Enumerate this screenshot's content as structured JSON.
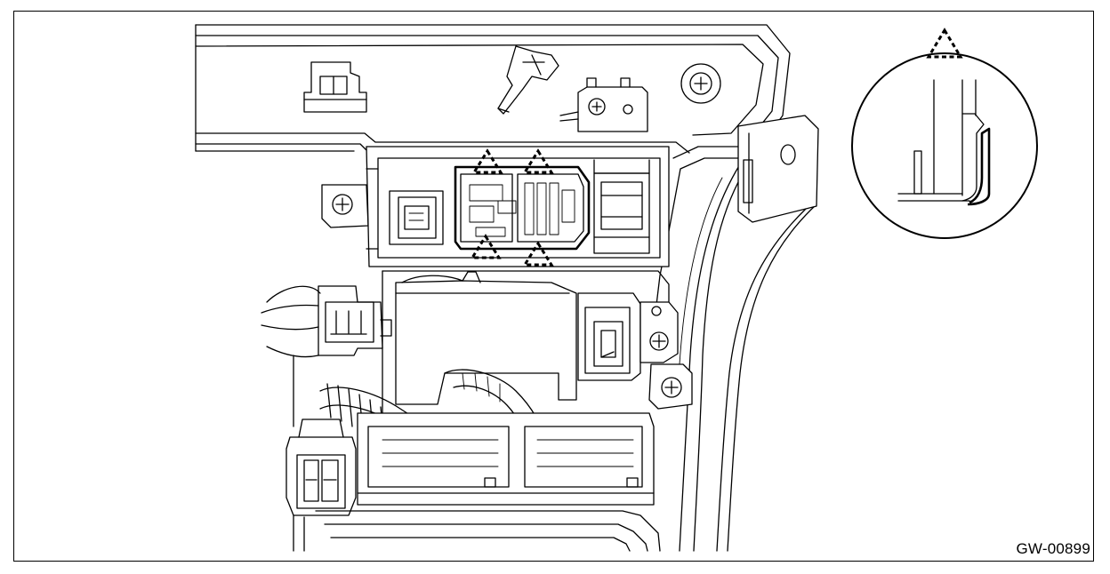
{
  "figure": {
    "id_label": "GW-00899"
  },
  "markers": {
    "symbol": "triangle-warning-dashed",
    "count": 5
  },
  "colors": {
    "line": "#000000",
    "background": "#ffffff"
  }
}
